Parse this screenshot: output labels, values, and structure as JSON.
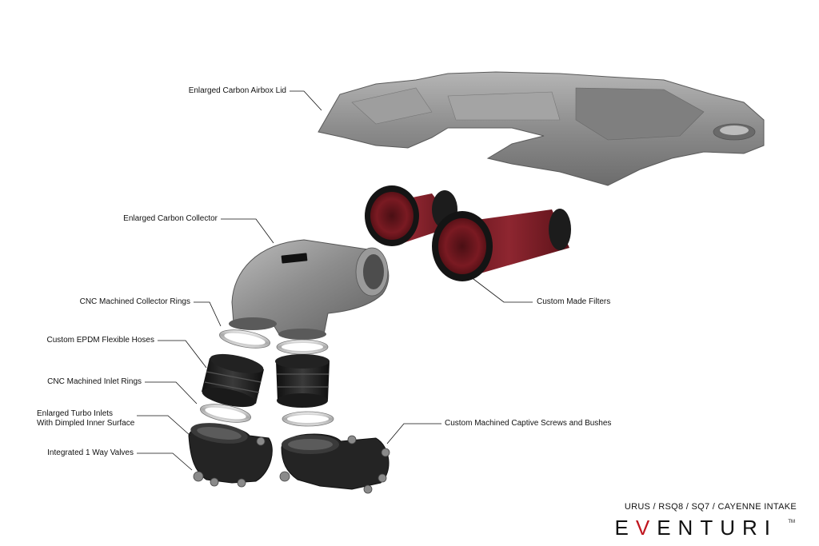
{
  "labels": {
    "airbox_lid": "Enlarged Carbon Airbox Lid",
    "collector": "Enlarged Carbon Collector",
    "collector_rings": "CNC Machined Collector Rings",
    "epdm_hoses": "Custom EPDM Flexible Hoses",
    "inlet_rings": "CNC Machined Inlet Rings",
    "turbo_inlets_line1": "Enlarged Turbo Inlets",
    "turbo_inlets_line2": "With Dimpled Inner Surface",
    "valves": "Integrated 1 Way Valves",
    "filters": "Custom Made Filters",
    "screws": "Custom Machined Captive Screws and Bushes"
  },
  "product_title": "URUS / RSQ8 / SQ7 / CAYENNE INTAKE",
  "brand": {
    "part1": "E",
    "part2": "V",
    "part3": "ENTURI",
    "tm": "TM"
  },
  "colors": {
    "accent": "#c0161f",
    "carbon": "#8a8a8a",
    "filter": "#7a1a22",
    "rubber": "#1c1c1c"
  }
}
